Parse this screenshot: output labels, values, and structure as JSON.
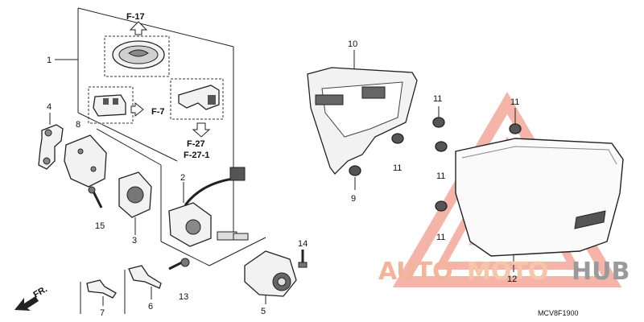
{
  "callouts": {
    "c1": "1",
    "c2": "2",
    "c3": "3",
    "c4": "4",
    "c5": "5",
    "c6": "6",
    "c7": "7",
    "c8": "8",
    "c9": "9",
    "c10": "10",
    "c11a": "11",
    "c11b": "11",
    "c11c": "11",
    "c11d": "11",
    "c11e": "11",
    "c12": "12",
    "c13": "13",
    "c14": "14",
    "c15": "15"
  },
  "refs": {
    "f17": "F-17",
    "f7": "F-7",
    "f27": "F-27",
    "f27_1": "F-27-1"
  },
  "front_label": "FR.",
  "diagram_code": "MCV8F1900",
  "watermark": {
    "part1": "AUTO",
    "part2": "MOTO",
    "part3": "HUB",
    "color_primary": "#f3b49a",
    "color_secondary": "#f6c6a8",
    "color_dark": "#9a9a9a"
  },
  "icons": {
    "front_arrow": "arrow-front-icon",
    "ref_arrow": "hollow-arrow-icon"
  }
}
